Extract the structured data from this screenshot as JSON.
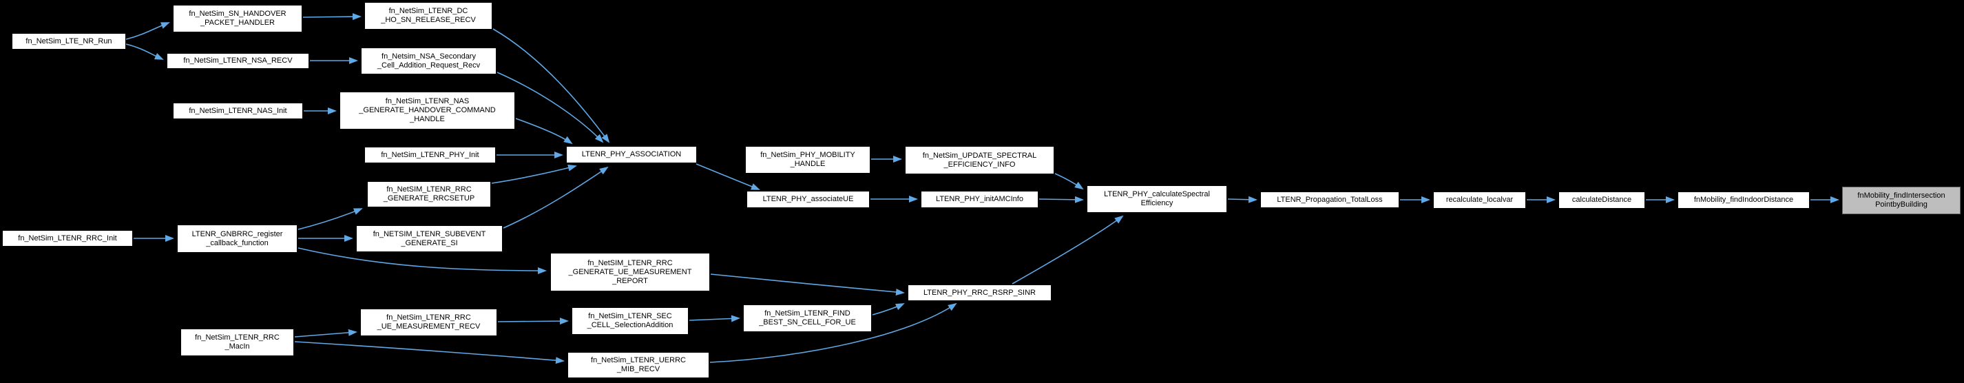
{
  "diagram": {
    "type": "call-graph",
    "background": "#000000",
    "colors": {
      "edge": "#60a8e6",
      "node_fill": "#ffffff",
      "node_border": "#000000",
      "node_text": "#000000",
      "highlight_fill": "#bebebe",
      "highlight_border": "#666666"
    }
  },
  "graph": {
    "nodes": [
      {
        "id": "run",
        "label": [
          "fn_NetSim_LTE_NR_Run"
        ],
        "highlighted": false
      },
      {
        "id": "snho",
        "label": [
          "fn_NetSim_SN_HANDOVER",
          "_PACKET_HANDLER"
        ],
        "highlighted": false
      },
      {
        "id": "nsarecv",
        "label": [
          "fn_NetSim_LTENR_NSA_RECV"
        ],
        "highlighted": false
      },
      {
        "id": "nasinit",
        "label": [
          "fn_NetSim_LTENR_NAS_Init"
        ],
        "highlighted": false
      },
      {
        "id": "dcho",
        "label": [
          "fn_NetSim_LTENR_DC",
          "_HO_SN_RELEASE_RECV"
        ],
        "highlighted": false
      },
      {
        "id": "nsasec",
        "label": [
          "fn_Netsim_NSA_Secondary",
          "_Cell_Addition_Request_Recv"
        ],
        "highlighted": false
      },
      {
        "id": "nasgen",
        "label": [
          "fn_NetSim_LTENR_NAS",
          "_GENERATE_HANDOVER_COMMAND",
          "_HANDLE"
        ],
        "highlighted": false
      },
      {
        "id": "phyinit",
        "label": [
          "fn_NetSim_LTENR_PHY_Init"
        ],
        "highlighted": false
      },
      {
        "id": "assoc",
        "label": [
          "LTENR_PHY_ASSOCIATION"
        ],
        "highlighted": false
      },
      {
        "id": "rrcsetup",
        "label": [
          "fn_NetSIM_LTENR_RRC",
          "_GENERATE_RRCSETUP"
        ],
        "highlighted": false
      },
      {
        "id": "subsi",
        "label": [
          "fn_NETSIM_LTENR_SUBEVENT",
          "_GENERATE_SI"
        ],
        "highlighted": false
      },
      {
        "id": "rrcinit",
        "label": [
          "fn_NetSim_LTENR_RRC_Init"
        ],
        "highlighted": false
      },
      {
        "id": "register",
        "label": [
          "LTENR_GNBRRC_register",
          "_callback_function"
        ],
        "highlighted": false
      },
      {
        "id": "mobility",
        "label": [
          "fn_NetSim_PHY_MOBILITY",
          "_HANDLE"
        ],
        "highlighted": false
      },
      {
        "id": "updspec",
        "label": [
          "fn_NetSim_UPDATE_SPECTRAL",
          "_EFFICIENCY_INFO"
        ],
        "highlighted": false
      },
      {
        "id": "assocue",
        "label": [
          "LTENR_PHY_associateUE"
        ],
        "highlighted": false
      },
      {
        "id": "amc",
        "label": [
          "LTENR_PHY_initAMCInfo"
        ],
        "highlighted": false
      },
      {
        "id": "calcspec",
        "label": [
          "LTENR_PHY_calculateSpectral",
          "Efficiency"
        ],
        "highlighted": false
      },
      {
        "id": "proploss",
        "label": [
          "LTENR_Propagation_TotalLoss"
        ],
        "highlighted": false
      },
      {
        "id": "recalc",
        "label": [
          "recalculate_localvar"
        ],
        "highlighted": false
      },
      {
        "id": "calcdist",
        "label": [
          "calculateDistance"
        ],
        "highlighted": false
      },
      {
        "id": "indoor",
        "label": [
          "fnMobility_findIndoorDistance"
        ],
        "highlighted": false
      },
      {
        "id": "intersect",
        "label": [
          "fnMobility_findIntersection",
          "PointbyBuilding"
        ],
        "highlighted": true
      },
      {
        "id": "report",
        "label": [
          "fn_NetSIM_LTENR_RRC",
          "_GENERATE_UE_MEASUREMENT",
          "_REPORT"
        ],
        "highlighted": false
      },
      {
        "id": "uemeas",
        "label": [
          "fn_NetSim_LTENR_RRC",
          "_UE_MEASUREMENT_RECV"
        ],
        "highlighted": false
      },
      {
        "id": "seccell",
        "label": [
          "fn_NetSim_LTENR_SEC",
          "_CELL_SelectionAddition"
        ],
        "highlighted": false
      },
      {
        "id": "findbest",
        "label": [
          "fn_NetSim_LTENR_FIND",
          "_BEST_SN_CELL_FOR_UE"
        ],
        "highlighted": false
      },
      {
        "id": "mib",
        "label": [
          "fn_NetSim_LTENR_UERRC",
          "_MIB_RECV"
        ],
        "highlighted": false
      },
      {
        "id": "rsrp",
        "label": [
          "LTENR_PHY_RRC_RSRP_SINR"
        ],
        "highlighted": false
      },
      {
        "id": "macin",
        "label": [
          "fn_NetSim_LTENR_RRC",
          "_MacIn"
        ],
        "highlighted": false
      }
    ],
    "edges": [
      {
        "from": "run",
        "to": "snho"
      },
      {
        "from": "run",
        "to": "nsarecv"
      },
      {
        "from": "snho",
        "to": "dcho"
      },
      {
        "from": "nsarecv",
        "to": "nsasec"
      },
      {
        "from": "nasinit",
        "to": "nasgen"
      },
      {
        "from": "dcho",
        "to": "assoc"
      },
      {
        "from": "nsasec",
        "to": "assoc"
      },
      {
        "from": "nasgen",
        "to": "assoc"
      },
      {
        "from": "phyinit",
        "to": "assoc"
      },
      {
        "from": "rrcsetup",
        "to": "assoc"
      },
      {
        "from": "subsi",
        "to": "assoc"
      },
      {
        "from": "rrcinit",
        "to": "register"
      },
      {
        "from": "register",
        "to": "rrcsetup"
      },
      {
        "from": "register",
        "to": "subsi"
      },
      {
        "from": "register",
        "to": "report"
      },
      {
        "from": "assoc",
        "to": "assocue"
      },
      {
        "from": "assocue",
        "to": "amc"
      },
      {
        "from": "amc",
        "to": "calcspec"
      },
      {
        "from": "mobility",
        "to": "updspec"
      },
      {
        "from": "updspec",
        "to": "calcspec"
      },
      {
        "from": "report",
        "to": "rsrp"
      },
      {
        "from": "uemeas",
        "to": "seccell"
      },
      {
        "from": "seccell",
        "to": "findbest"
      },
      {
        "from": "findbest",
        "to": "rsrp"
      },
      {
        "from": "mib",
        "to": "rsrp"
      },
      {
        "from": "rsrp",
        "to": "calcspec"
      },
      {
        "from": "calcspec",
        "to": "proploss"
      },
      {
        "from": "proploss",
        "to": "recalc"
      },
      {
        "from": "recalc",
        "to": "calcdist"
      },
      {
        "from": "calcdist",
        "to": "indoor"
      },
      {
        "from": "indoor",
        "to": "intersect"
      },
      {
        "from": "macin",
        "to": "uemeas"
      },
      {
        "from": "macin",
        "to": "mib"
      }
    ]
  }
}
